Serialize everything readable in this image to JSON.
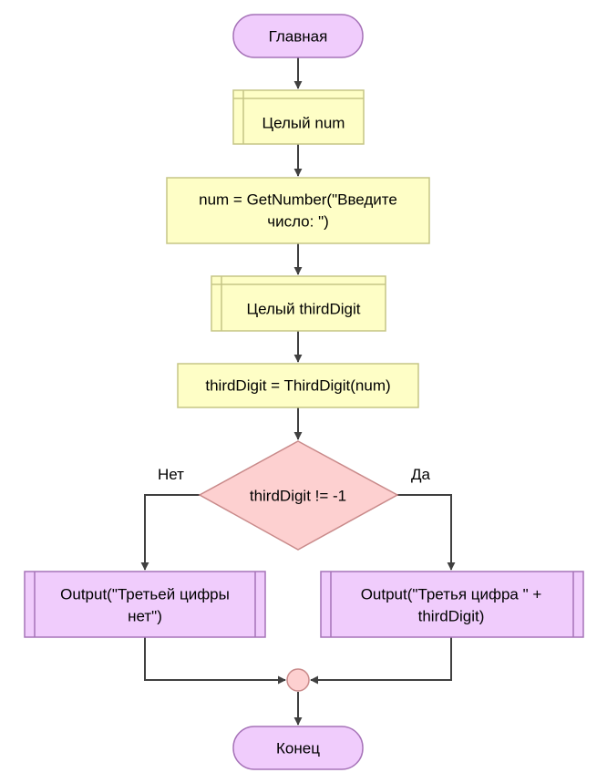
{
  "colors": {
    "terminal_fill": "#f0ccfc",
    "terminal_stroke": "#a673b8",
    "declare_fill": "#fefec6",
    "declare_stroke": "#c5c585",
    "process_fill": "#fefec6",
    "process_stroke": "#c5c585",
    "decision_fill": "#fdd0d0",
    "decision_stroke": "#c98a8a",
    "output_fill": "#f0ccfc",
    "output_stroke": "#a673b8",
    "connector_fill": "#fdd0d0",
    "connector_stroke": "#c98a8a",
    "line": "#404040"
  },
  "nodes": {
    "start": {
      "text": "Главная"
    },
    "declare_num": {
      "text": "Целый num"
    },
    "assign_num": {
      "line1": "num = GetNumber(\"Введите",
      "line2": "число: \")"
    },
    "declare_third": {
      "text": "Целый thirdDigit"
    },
    "assign_third": {
      "text": "thirdDigit = ThirdDigit(num)"
    },
    "decision": {
      "text": "thirdDigit != -1"
    },
    "output_no": {
      "line1": "Output(\"Третьей цифры",
      "line2": "нет\")"
    },
    "output_yes": {
      "line1": "Output(\"Третья цифра \" +",
      "line2": "thirdDigit)"
    },
    "end": {
      "text": "Конец"
    }
  },
  "branches": {
    "no_label": "Нет",
    "yes_label": "Да"
  }
}
